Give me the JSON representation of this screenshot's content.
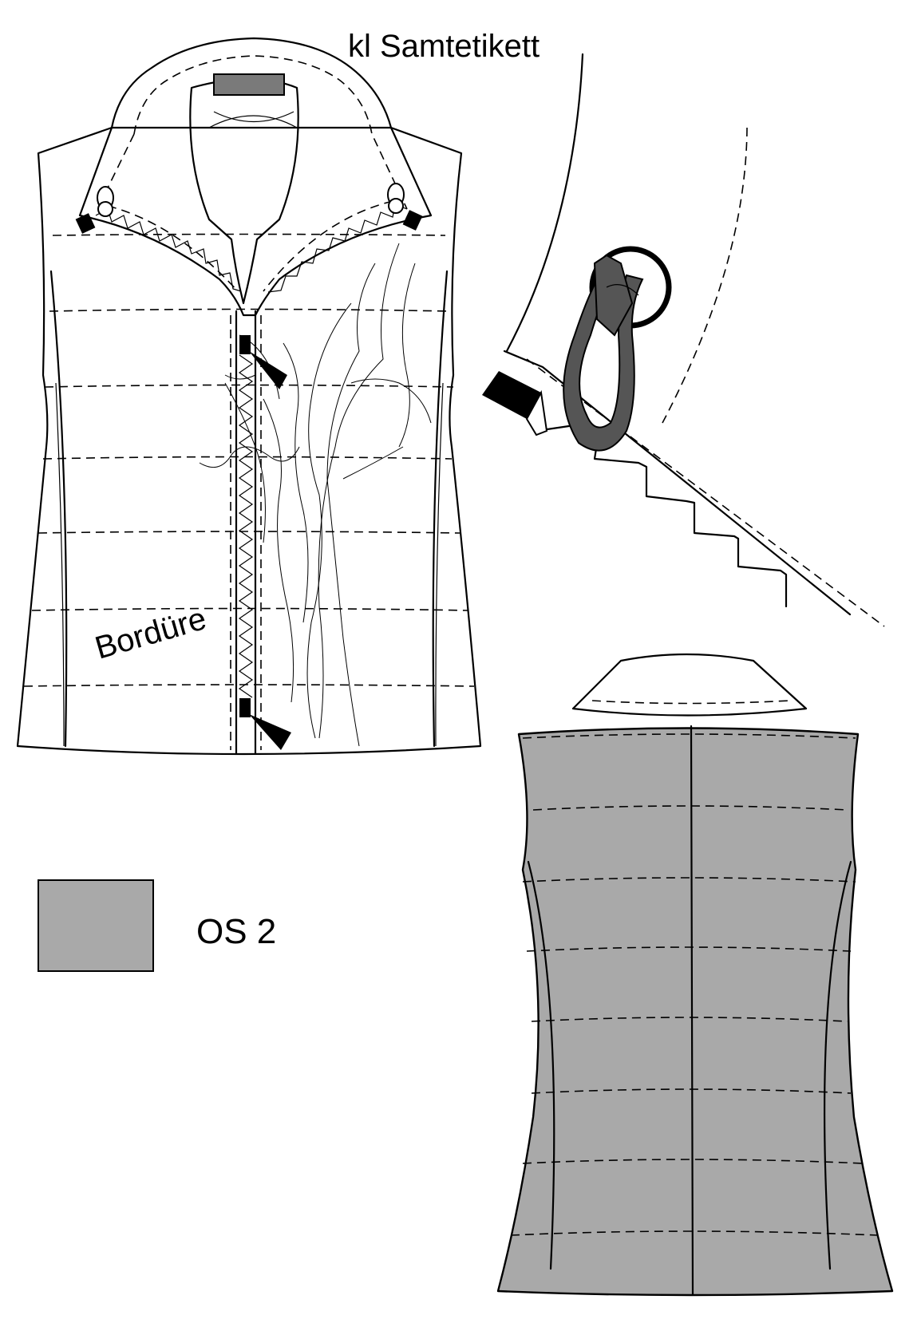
{
  "labels": {
    "velvet_label": "kl Samtetikett",
    "border_trim": "Bordüre",
    "swatch": "OS 2"
  },
  "colors": {
    "fabric_back": "#a9a9a9",
    "swatch_fill": "#a9a9a9",
    "label_patch": "#7a7a7a",
    "loop": "#555555",
    "line": "#000000",
    "background": "#ffffff"
  }
}
